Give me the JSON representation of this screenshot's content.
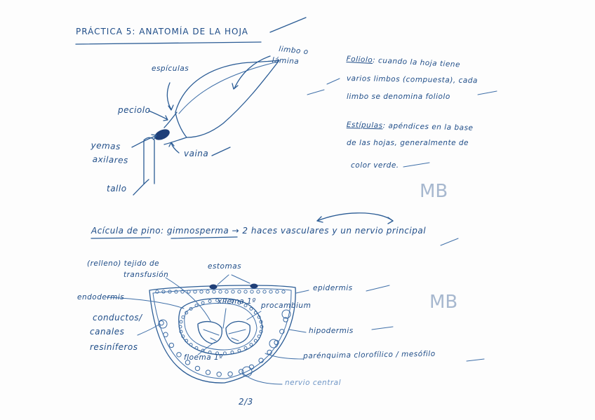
{
  "title": "PRÁCTICA 5: ANATOMÍA DE LA HOJA",
  "leaf_labels": {
    "limbo": "limbo o",
    "limbo2": "lámina",
    "espiculas": "espículas",
    "peciolo": "peciolo",
    "yemas": "yemas",
    "axilares": "axilares",
    "vaina": "vaina",
    "tallo": "tallo"
  },
  "notes": {
    "foliolo_term": "Foliolo",
    "foliolo_l1": ": cuando la hoja tiene",
    "foliolo_l2": "varios limbos (compuesta), cada",
    "foliolo_l3": "limbo se denomina foliolo",
    "estipulas_term": "Estípulas",
    "estipulas_l1": ": apéndices en la base",
    "estipulas_l2": "de las hojas, generalmente de",
    "estipulas_l3": "color verde."
  },
  "initials": "MB",
  "section2": {
    "heading": "Acícula de pino",
    "subtitle": ": gimnosperma → 2 haces vasculares y un nervio principal"
  },
  "needle_labels": {
    "relleno": "(relleno) tejido de",
    "transfusion": "transfusión",
    "estomas": "estomas",
    "epidermis": "epidermis",
    "endodermis": "endodermis",
    "xilema": "xilema 1º",
    "procambium": "procambium",
    "conductos": "conductos/",
    "canales": "canales",
    "resiniferos": "resiníferos",
    "hipodermis": "hipodermis",
    "floema": "floema 1º",
    "parenquima": "parénquima clorofílico / mesófilo",
    "nervio": "nervio central"
  },
  "page_number": "2/3",
  "colors": {
    "ink": "#2b5c95",
    "paper": "#fdfdfd"
  }
}
